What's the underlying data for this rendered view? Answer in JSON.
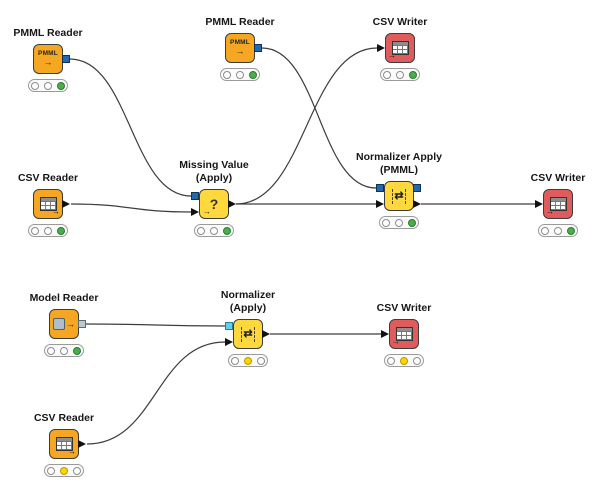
{
  "icons": {
    "pmml_label": "PMML",
    "arrow": "→",
    "question_mark": "?",
    "normalizer_glyph": "⇄"
  },
  "palette": {
    "node_reader_orange": "#F5A623",
    "node_yellow": "#FFD83D",
    "node_writer_red": "#E05C5C",
    "port_pmml_blue": "#2068B0",
    "port_model_cyan": "#5FD0F0",
    "port_model_gray": "#BCC8CE",
    "status_green": "#47B04B",
    "status_yellow": "#FFD400",
    "wire_gray": "#3D3D3D"
  },
  "nodes": [
    {
      "id": "pmml-reader-1",
      "label": "PMML Reader",
      "label2": "",
      "status": "green"
    },
    {
      "id": "pmml-reader-2",
      "label": "PMML Reader",
      "label2": "",
      "status": "green"
    },
    {
      "id": "csv-writer-1",
      "label": "CSV Writer",
      "label2": "",
      "status": "green"
    },
    {
      "id": "csv-reader-1",
      "label": "CSV Reader",
      "label2": "",
      "status": "green"
    },
    {
      "id": "missing-value-apply",
      "label": "Missing Value",
      "label2": "(Apply)",
      "status": "green"
    },
    {
      "id": "normalizer-apply-pmml",
      "label": "Normalizer Apply",
      "label2": "(PMML)",
      "status": "green"
    },
    {
      "id": "csv-writer-2",
      "label": "CSV Writer",
      "label2": "",
      "status": "green"
    },
    {
      "id": "model-reader",
      "label": "Model Reader",
      "label2": "",
      "status": "green"
    },
    {
      "id": "normalizer-apply",
      "label": "Normalizer",
      "label2": "(Apply)",
      "status": "yellow"
    },
    {
      "id": "csv-writer-3",
      "label": "CSV Writer",
      "label2": "",
      "status": "yellow"
    },
    {
      "id": "csv-reader-2",
      "label": "CSV Reader",
      "label2": "",
      "status": "yellow"
    }
  ]
}
